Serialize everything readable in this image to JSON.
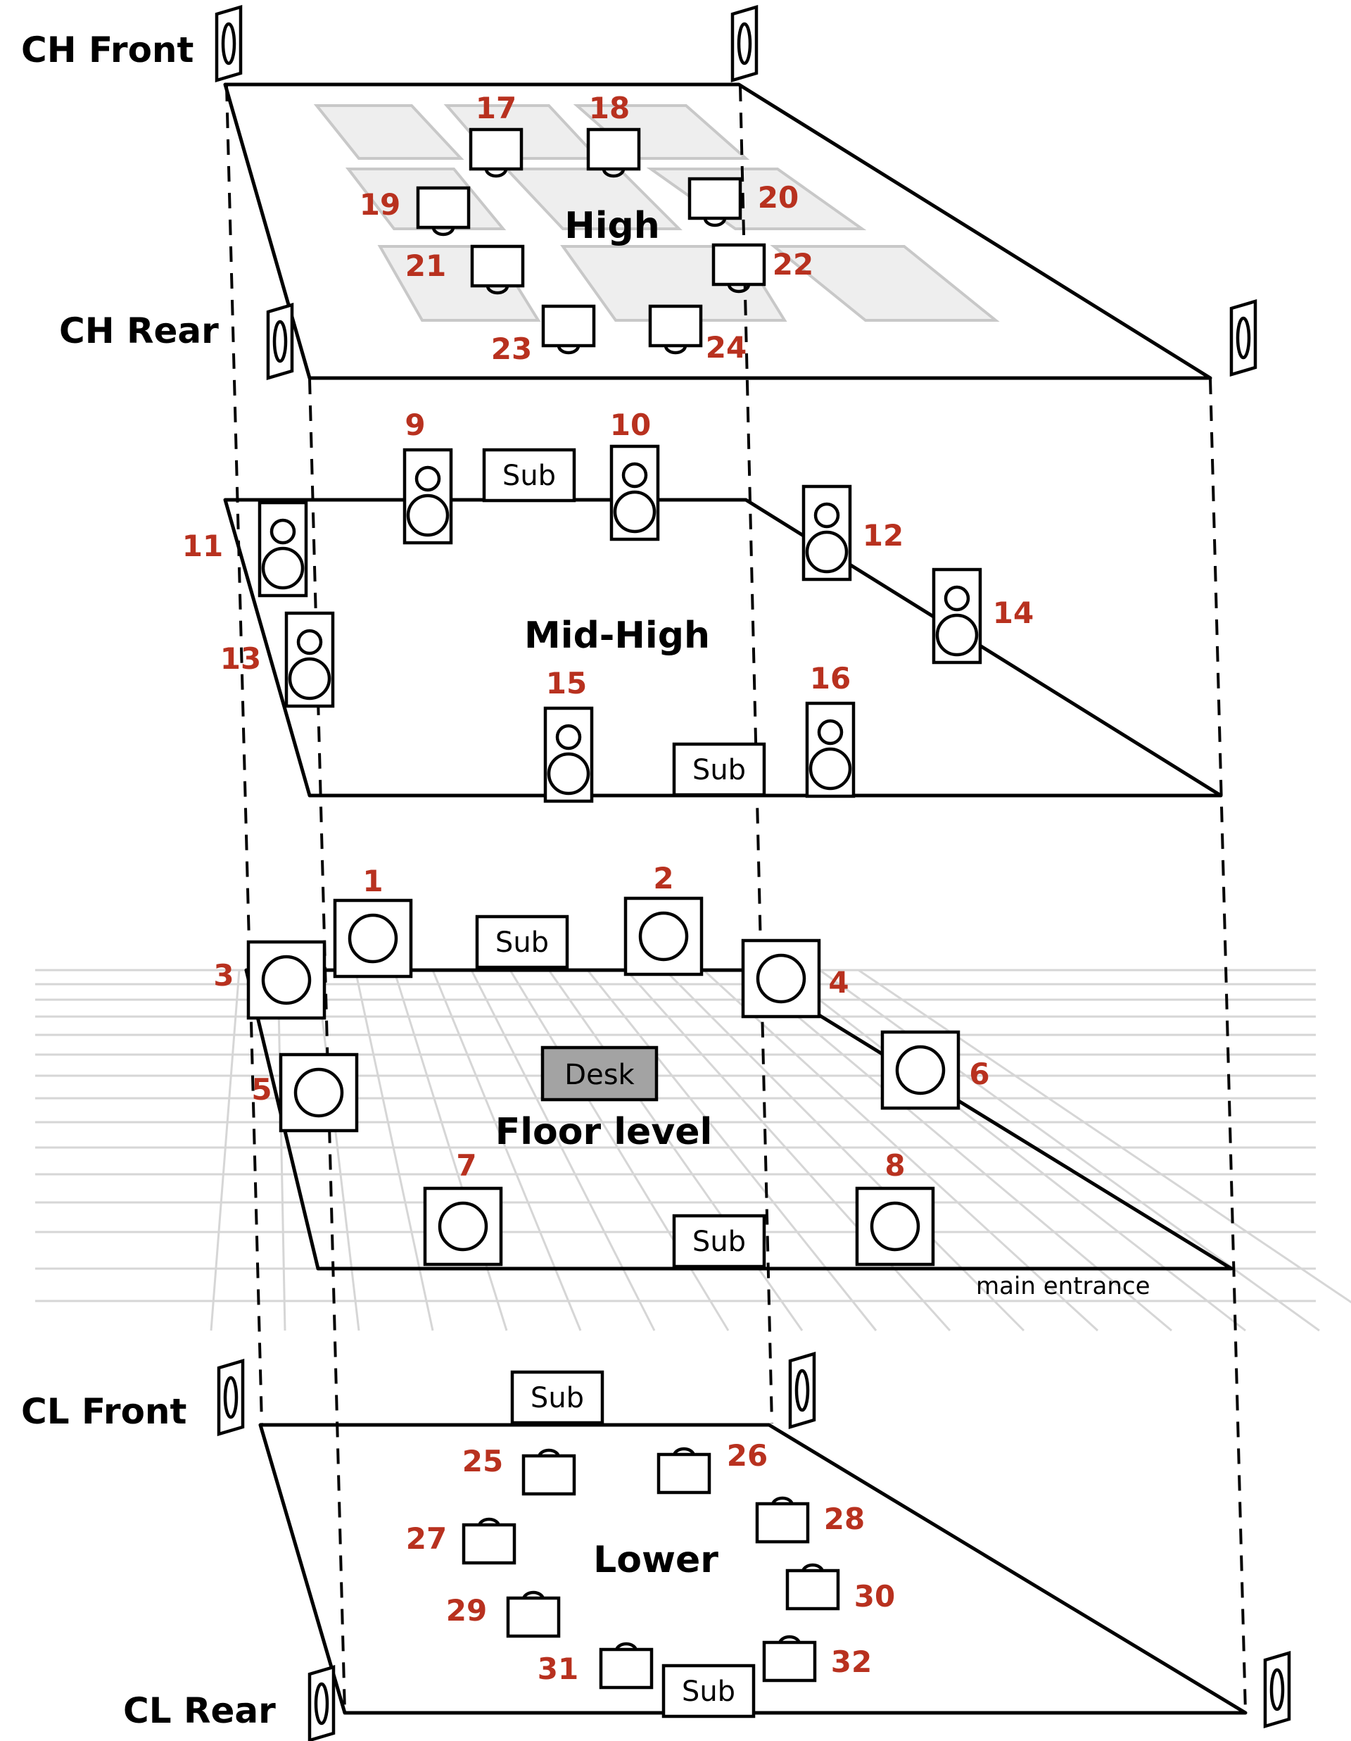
{
  "side_labels": {
    "ch_front": "CH Front",
    "ch_rear": "CH Rear",
    "cl_front": "CL Front",
    "cl_rear": "CL Rear"
  },
  "layers": {
    "high": "High",
    "mid_high": "Mid-High",
    "floor": "Floor level",
    "lower": "Lower"
  },
  "sub_label": "Sub",
  "desk_label": "Desk",
  "main_entrance": "main entrance",
  "high_numbers": [
    "17",
    "18",
    "19",
    "20",
    "21",
    "22",
    "23",
    "24"
  ],
  "mid_numbers": [
    "9",
    "10",
    "11",
    "12",
    "13",
    "14",
    "15",
    "16"
  ],
  "floor_numbers": [
    "1",
    "2",
    "3",
    "4",
    "5",
    "6",
    "7",
    "8"
  ],
  "lower_numbers": [
    "25",
    "26",
    "27",
    "28",
    "29",
    "30",
    "31",
    "32"
  ],
  "colors": {
    "number_red": "#b8311f",
    "tile_gray": "#eeeeee",
    "desk_gray": "#a3a3a3"
  }
}
